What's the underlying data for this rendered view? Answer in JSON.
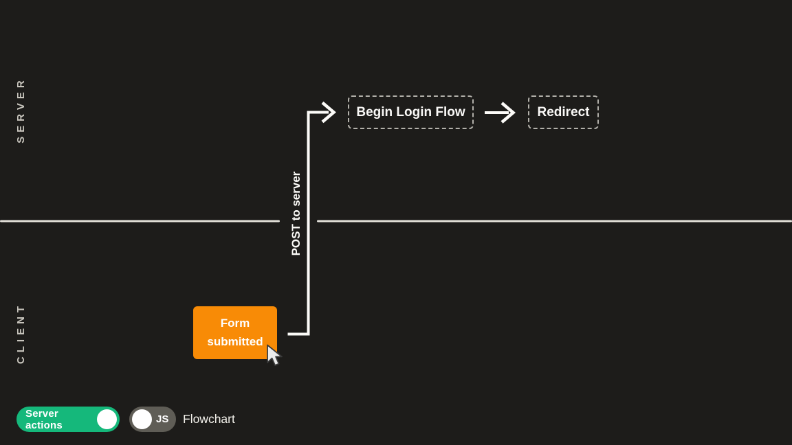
{
  "diagram": {
    "lanes": {
      "server": "SERVER",
      "client": "CLIENT"
    },
    "nodes": {
      "form_submitted": "Form submitted",
      "begin_login_flow": "Begin Login Flow",
      "redirect": "Redirect"
    },
    "edges": {
      "post_to_server": "POST to server"
    }
  },
  "controls": {
    "server_actions": {
      "label": "Server actions",
      "state": "on"
    },
    "js": {
      "label": "JS",
      "state": "off"
    },
    "view_label": "Flowchart"
  },
  "colors": {
    "background": "#1d1c1a",
    "divider": "#e3e0d9",
    "connector": "#fcfbf8",
    "lane_label": "#c9c6be",
    "active_node": "#f88b06",
    "dashed_node_border": "#b2b0aa",
    "toggle_on": "#15b87b",
    "toggle_off": "#5f5d56"
  }
}
